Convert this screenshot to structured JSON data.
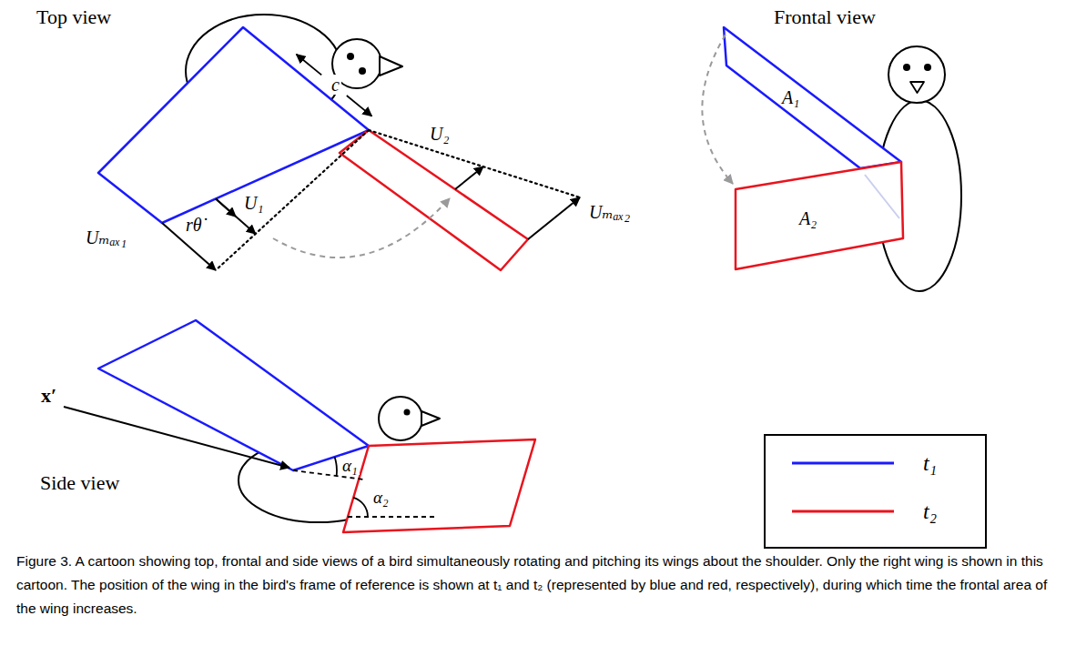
{
  "diagram": {
    "caption": "Figure 3. A cartoon showing top, frontal and side views of a bird simultaneously rotating and pitching its wings about the shoulder. Only the right wing is shown in this cartoon. The position of the wing in the bird's frame of reference is shown at t₁ and t₂ (represented by blue and red, respectively), during which time the frontal area of the wing increases.",
    "labels": [
      "Top view",
      "c",
      "U₁",
      "rθ̇",
      "Uₘₐₓ₁",
      "U₂",
      "Uₘₐₓ₂",
      "Frontal view",
      "A₁",
      "A₂",
      "Side view",
      "x′",
      "α₁",
      "α₂"
    ],
    "legend": [
      {
        "text": "t₁"
      },
      {
        "text": "t₂"
      }
    ]
  }
}
